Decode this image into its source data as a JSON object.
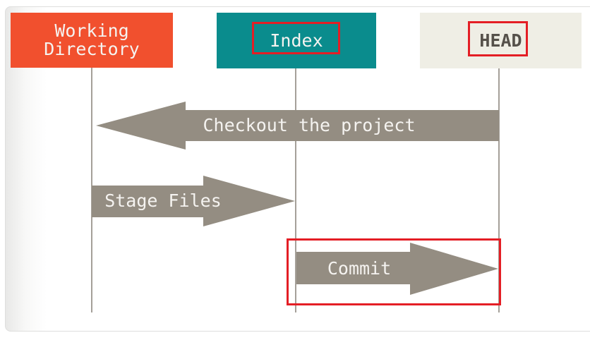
{
  "diagram": {
    "nodes": [
      {
        "id": "working-directory",
        "label": "Working\nDirectory",
        "color": "#f1502e",
        "highlighted": false
      },
      {
        "id": "index",
        "label": "Index",
        "color": "#0a8c8d",
        "highlighted": true
      },
      {
        "id": "head",
        "label": "HEAD",
        "color": "#efeee5",
        "highlighted": true
      }
    ],
    "arrows": [
      {
        "id": "checkout",
        "label": "Checkout the project",
        "from": "head",
        "to": "working-directory",
        "direction": "left",
        "highlighted": false
      },
      {
        "id": "stage",
        "label": "Stage Files",
        "from": "working-directory",
        "to": "index",
        "direction": "right",
        "highlighted": false
      },
      {
        "id": "commit",
        "label": "Commit",
        "from": "index",
        "to": "head",
        "direction": "right",
        "highlighted": true
      }
    ],
    "colors": {
      "arrow": "#948d82",
      "lifeline": "#a5a099",
      "highlight_red": "#e41e25",
      "box_text_light": "#f5f3f0",
      "head_text_dark": "#55504a",
      "page_border": "#dededd"
    }
  }
}
